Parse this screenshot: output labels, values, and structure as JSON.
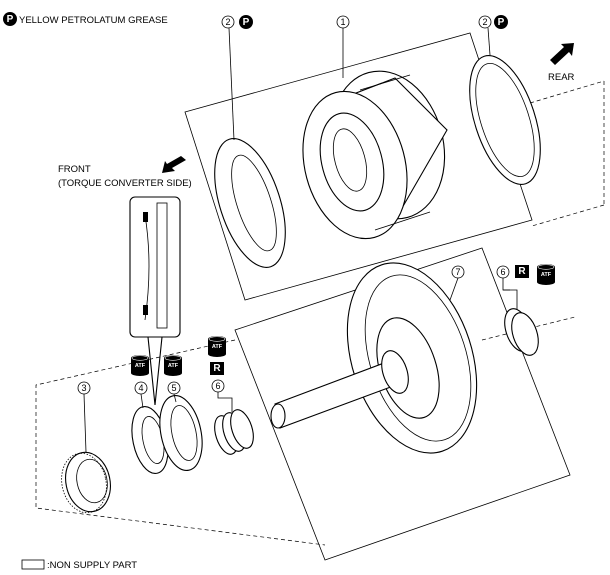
{
  "legend": {
    "symbol": "P",
    "text": "YELLOW PETROLATUM GREASE"
  },
  "directions": {
    "rear": "REAR",
    "front_line1": "FRONT",
    "front_line2": "(TORQUE CONVERTER SIDE)"
  },
  "callouts": [
    "1",
    "2",
    "2",
    "3",
    "4",
    "5",
    "6",
    "6",
    "7"
  ],
  "badges": {
    "atf": "ATF",
    "r": "R",
    "p": "P"
  },
  "footer": {
    "text": ":NON SUPPLY PART"
  },
  "icons": [
    "grease-p-icon",
    "atf-bottle-icon",
    "replace-r-icon",
    "arrow-icon"
  ]
}
